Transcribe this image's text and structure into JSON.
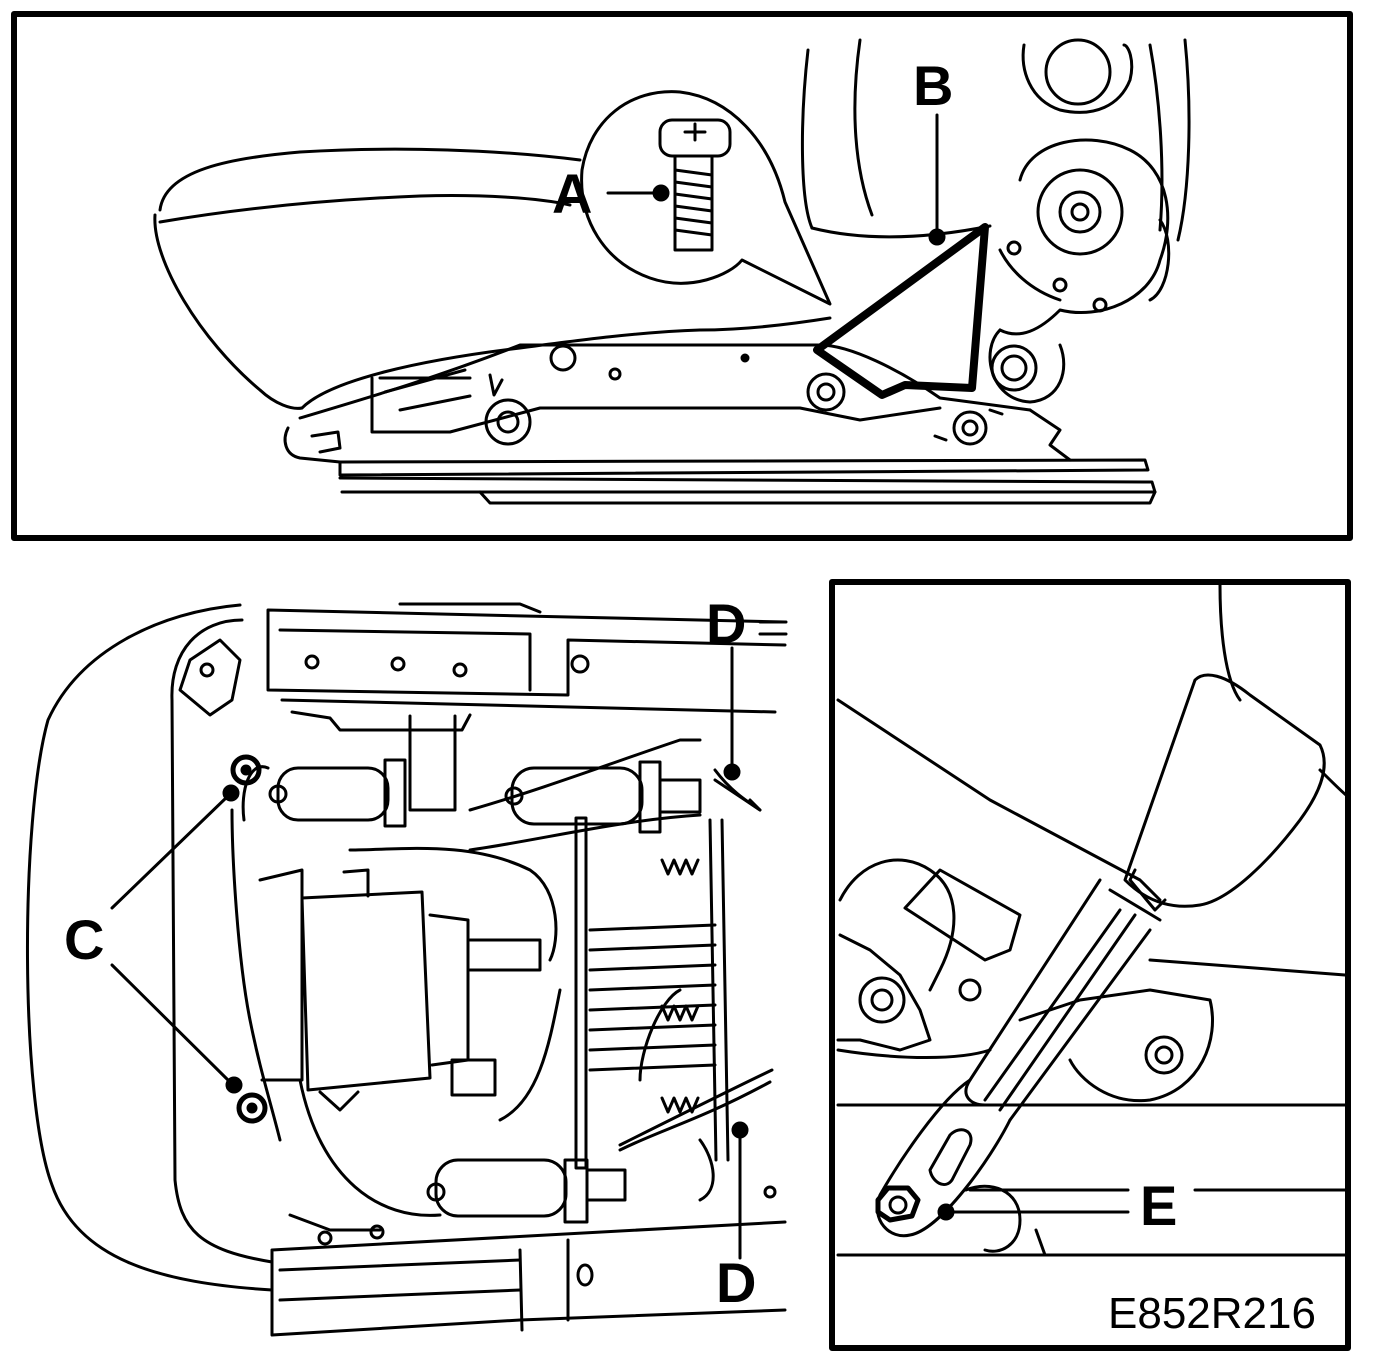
{
  "labels": {
    "a": "A",
    "b": "B",
    "c": "C",
    "d_top": "D",
    "d_bottom": "D",
    "e": "E"
  },
  "figure_code": "E852R216",
  "colors": {
    "ink": "#000000",
    "paper": "#ffffff"
  }
}
